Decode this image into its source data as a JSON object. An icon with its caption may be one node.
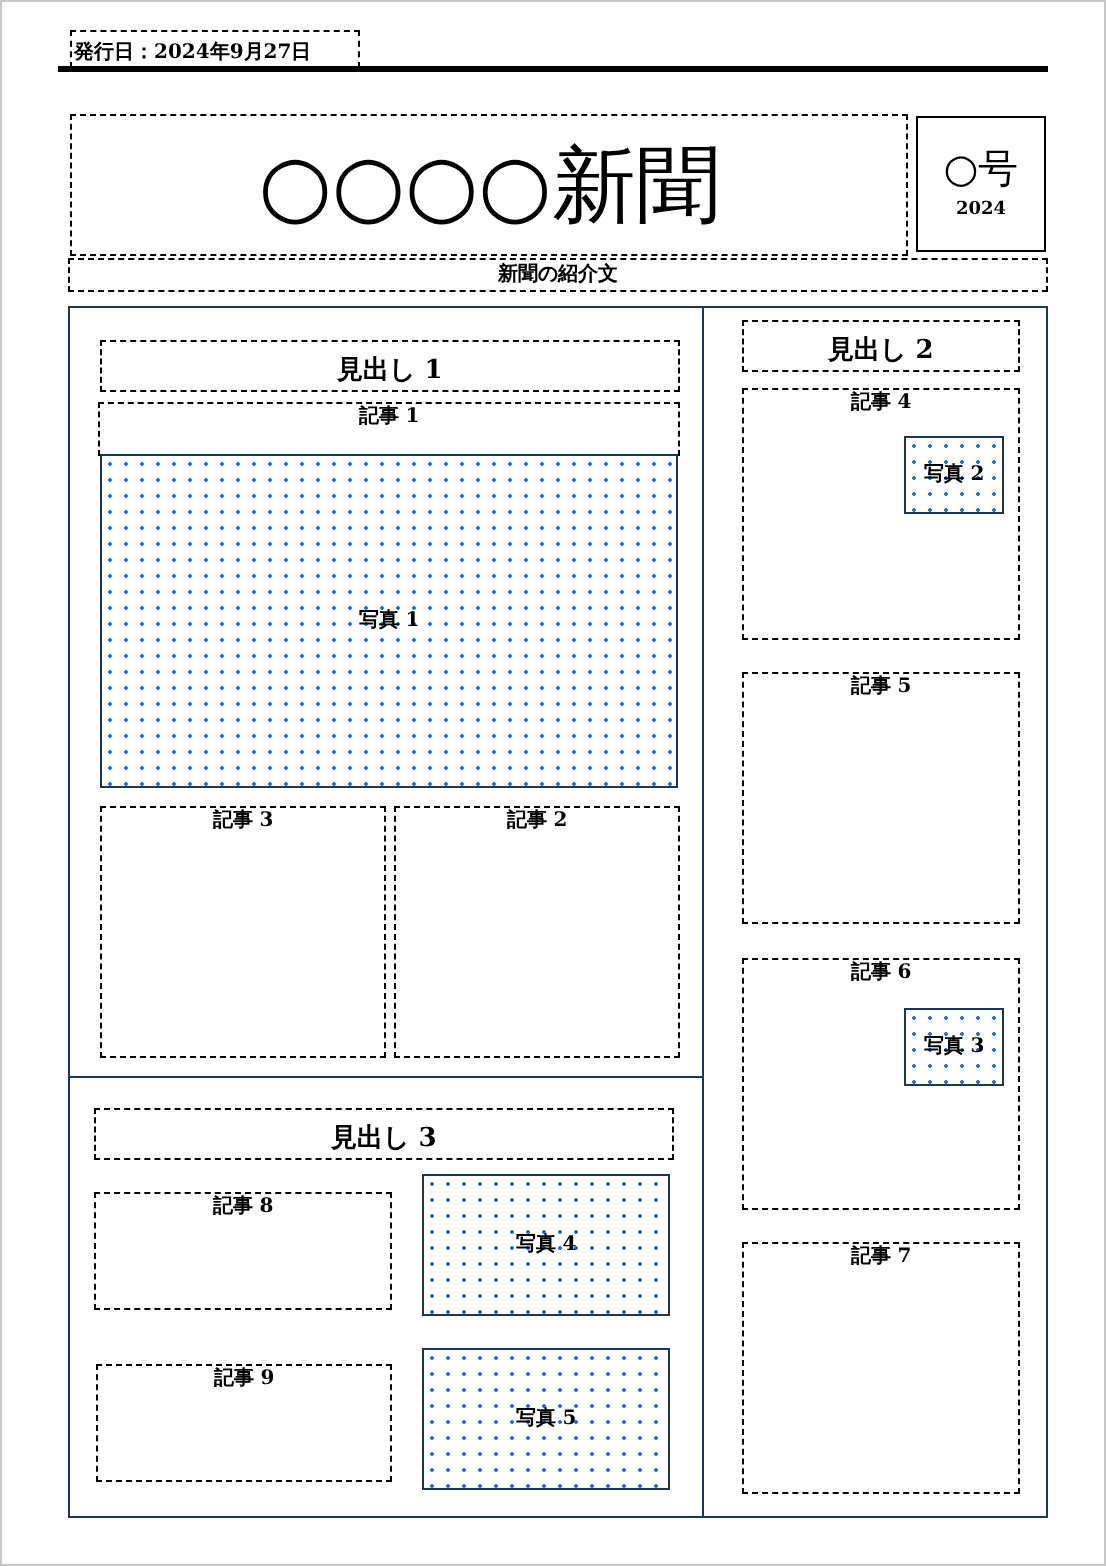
{
  "diagram": {
    "nodes": [
      {
        "text": [
          "発行日：2024年9月27日"
        ]
      },
      {
        "text": [
          "○○○○新聞"
        ]
      },
      {
        "text": [
          "○号",
          "2024"
        ]
      },
      {
        "text": [
          "新聞の紹介文"
        ]
      },
      {
        "text": [],
        "shape": "box"
      },
      {
        "text": [
          "見出し 1"
        ],
        "in": 4
      },
      {
        "text": [
          "記事 1"
        ],
        "in": 4
      },
      {
        "text": [
          "写真 1"
        ],
        "in": 4
      },
      {
        "text": [
          "記事 3"
        ],
        "in": 4
      },
      {
        "text": [
          "記事 2"
        ],
        "in": 4
      },
      {
        "text": [
          "見出し 3"
        ],
        "in": 4
      },
      {
        "text": [
          "記事 8"
        ],
        "in": 4
      },
      {
        "text": [
          "写真 4"
        ],
        "in": 4
      },
      {
        "text": [
          "記事 9"
        ],
        "in": 4
      },
      {
        "text": [
          "写真 5"
        ],
        "in": 4
      },
      {
        "text": [
          "見出し 2"
        ],
        "in": 4
      },
      {
        "text": [
          "記事 4"
        ],
        "in": 4
      },
      {
        "text": [
          "写真 2"
        ],
        "in": 16
      },
      {
        "text": [
          "記事 5"
        ],
        "in": 4
      },
      {
        "text": [
          "記事 6"
        ],
        "in": 4
      },
      {
        "text": [
          "写真 3"
        ],
        "in": 19
      },
      {
        "text": [
          "記事 7"
        ],
        "in": 4
      }
    ]
  }
}
